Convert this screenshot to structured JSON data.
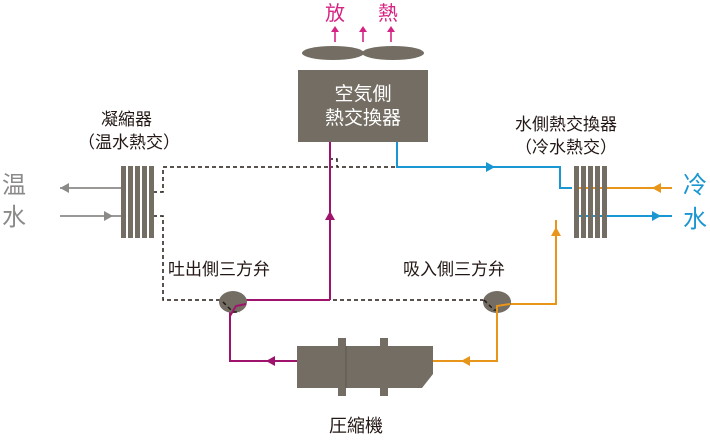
{
  "heat_release": {
    "char1": "放",
    "char2": "熱"
  },
  "air_hx": {
    "line1": "空気側",
    "line2": "熱交換器"
  },
  "condenser": {
    "line1": "凝縮器",
    "line2": "（温水熱交）"
  },
  "water_hx": {
    "line1": "水側熱交換器",
    "line2": "（冷水熱交）"
  },
  "hot_water": {
    "char1": "温",
    "char2": "水"
  },
  "cold_water": {
    "char1": "冷",
    "char2": "水"
  },
  "discharge_valve": "吐出側三方弁",
  "suction_valve": "吸入側三方弁",
  "compressor": "圧縮機",
  "colors": {
    "hot_gas": "#a0136d",
    "suction": "#e8951b",
    "chilled_water": "#1a96d3",
    "component": "#736d63",
    "hot_water": "#8c8a88",
    "heat": "#d62383",
    "dashed": "#231815"
  }
}
